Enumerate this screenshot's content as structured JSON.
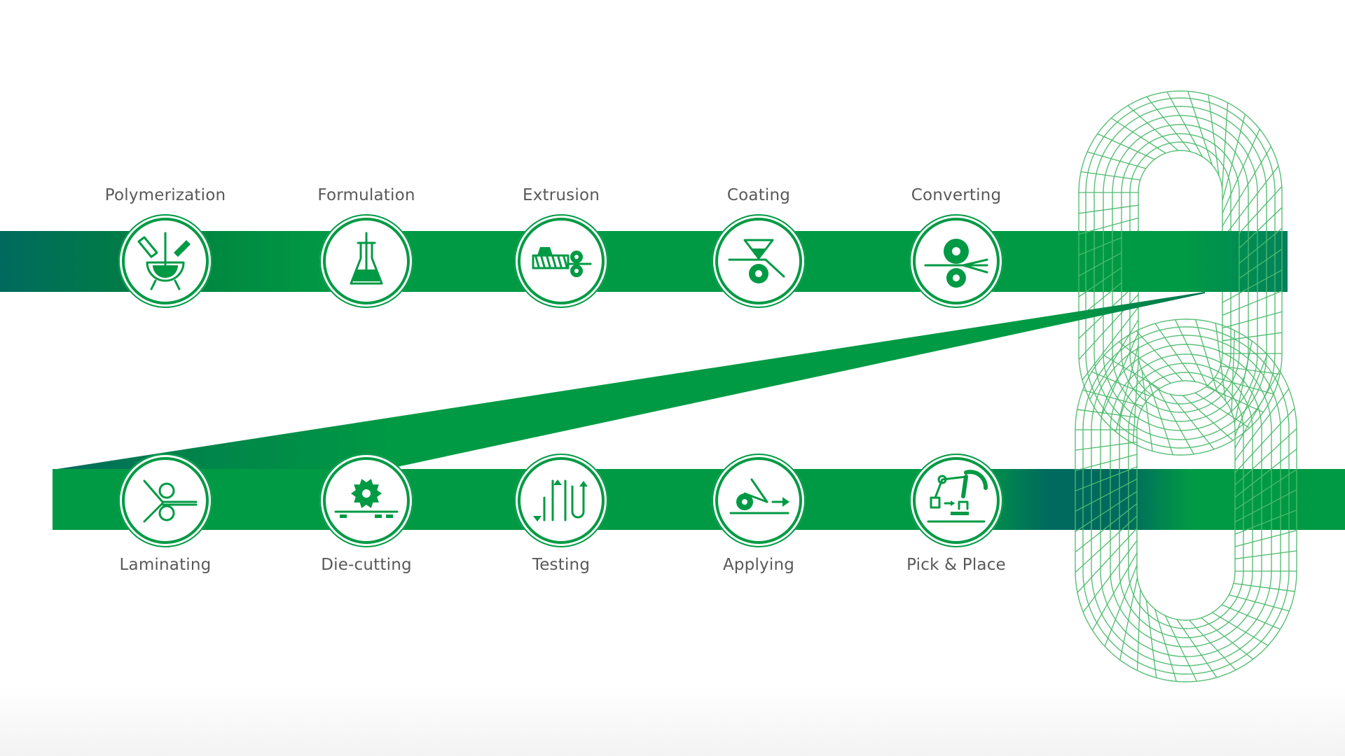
{
  "colors": {
    "brand_green": "#009a44",
    "dark_teal": "#006a5e",
    "mid_green": "#00813f",
    "label_gray": "#595959",
    "wireframe_green": "#4fbb6e"
  },
  "top_row": [
    {
      "label": "Polymerization",
      "icon": "reactor-flask-icon"
    },
    {
      "label": "Formulation",
      "icon": "erlenmeyer-flask-icon"
    },
    {
      "label": "Extrusion",
      "icon": "extruder-screw-icon"
    },
    {
      "label": "Coating",
      "icon": "coating-hopper-roller-icon"
    },
    {
      "label": "Converting",
      "icon": "converting-rollers-icon"
    }
  ],
  "bottom_row": [
    {
      "label": "Laminating",
      "icon": "laminating-rollers-icon"
    },
    {
      "label": "Die-cutting",
      "icon": "die-cutting-gear-icon"
    },
    {
      "label": "Testing",
      "icon": "testing-arrows-icon"
    },
    {
      "label": "Applying",
      "icon": "applying-roller-arrow-icon"
    },
    {
      "label": "Pick & Place",
      "icon": "robot-arm-icon"
    }
  ],
  "decoration": {
    "icon": "wireframe-chain-link-icon"
  }
}
